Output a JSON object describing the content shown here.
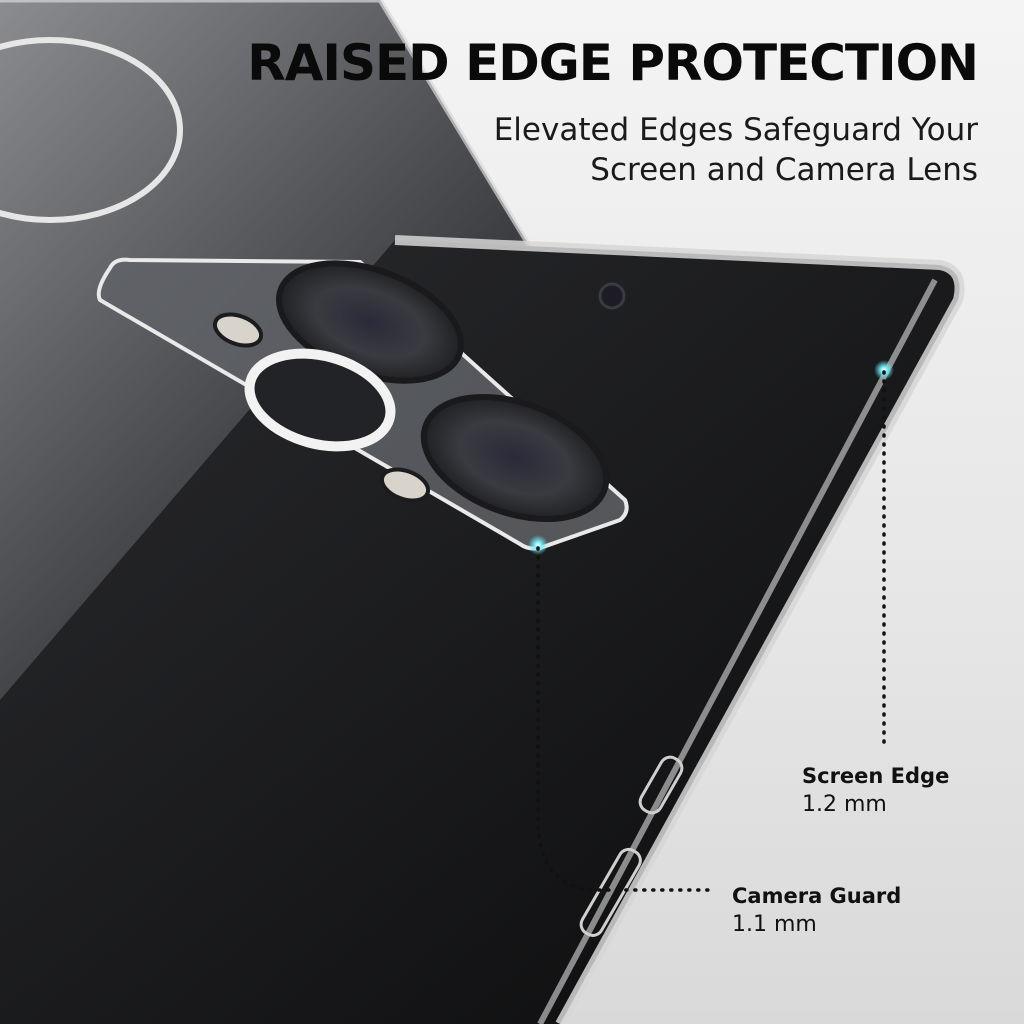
{
  "headline": "RAISED EDGE PROTECTION",
  "subtitle": {
    "line1": "Elevated Edges Safeguard Your",
    "line2": "Screen and Camera Lens"
  },
  "callouts": [
    {
      "title": "Screen Edge",
      "value": "1.2 mm"
    },
    {
      "title": "Camera Guard",
      "value": "1.1 mm"
    }
  ],
  "colors": {
    "accent_glow": "#5fe6f0",
    "text": "#0a0a0a",
    "background": "#ececec",
    "phone_dark": "#1a1a1c"
  }
}
